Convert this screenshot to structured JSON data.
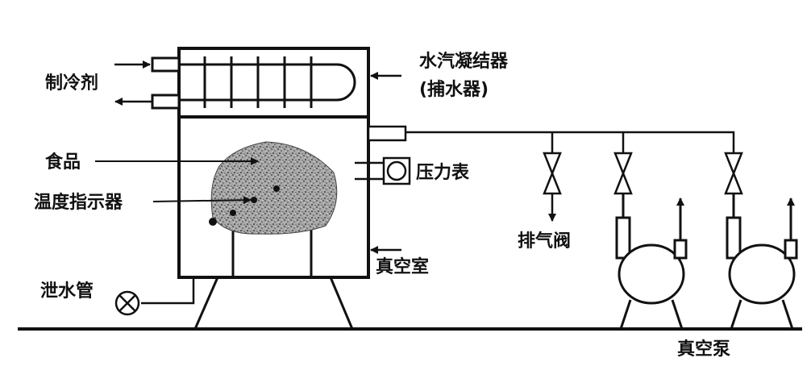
{
  "labels": {
    "refrigerant": "制冷剂",
    "condenser_line1": "水汽凝结器",
    "condenser_line2": "(捕水器)",
    "food": "食品",
    "temp_indicator": "温度指示器",
    "pressure_gauge": "压力表",
    "drain_pipe": "泄水管",
    "vacuum_chamber": "真空室",
    "vent_valve": "排气阀",
    "vacuum_pump": "真空泵"
  },
  "colors": {
    "line": "#111111",
    "background": "#ffffff",
    "food_fill": "#9a9a9a"
  }
}
